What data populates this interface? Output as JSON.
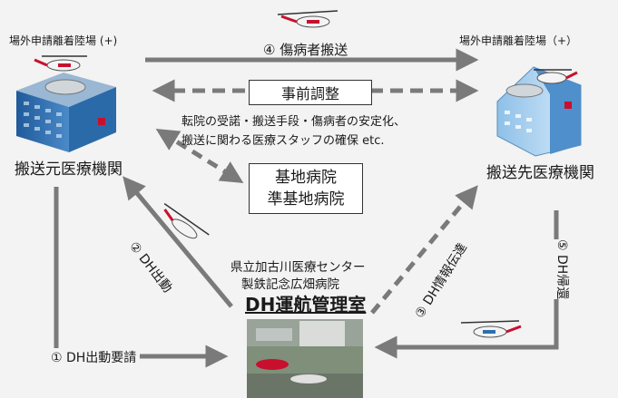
{
  "helipad_left": "場外申請離着陸場 (+)",
  "helipad_right": "場外申請離着陸場（+）",
  "origin_hospital": "搬送元医療機関",
  "dest_hospital": "搬送先医療機関",
  "step4": "④ 傷病者搬送",
  "coordination": "事前調整",
  "coordination_detail_line1": "転院の受諾・搬送手段・傷病者の安定化、",
  "coordination_detail_line2": "搬送に関わる医療スタッフの確保 etc.",
  "base_hospital_line1": "基地病院",
  "base_hospital_line2": "準基地病院",
  "center_line1": "県立加古川医療センター",
  "center_line2": "製鉄記念広畑病院",
  "center_line3": "DH運航管理室",
  "step1": "① DH出動要請",
  "step2": "② DH出動",
  "step3": "③ DH情報伝達",
  "step5": "⑤ DH帰還",
  "colors": {
    "arrow": "#7a7a7a",
    "heli_red": "#c8102e",
    "building_blue": "#2e6fb0",
    "dest_building": "#6ca7d6"
  }
}
